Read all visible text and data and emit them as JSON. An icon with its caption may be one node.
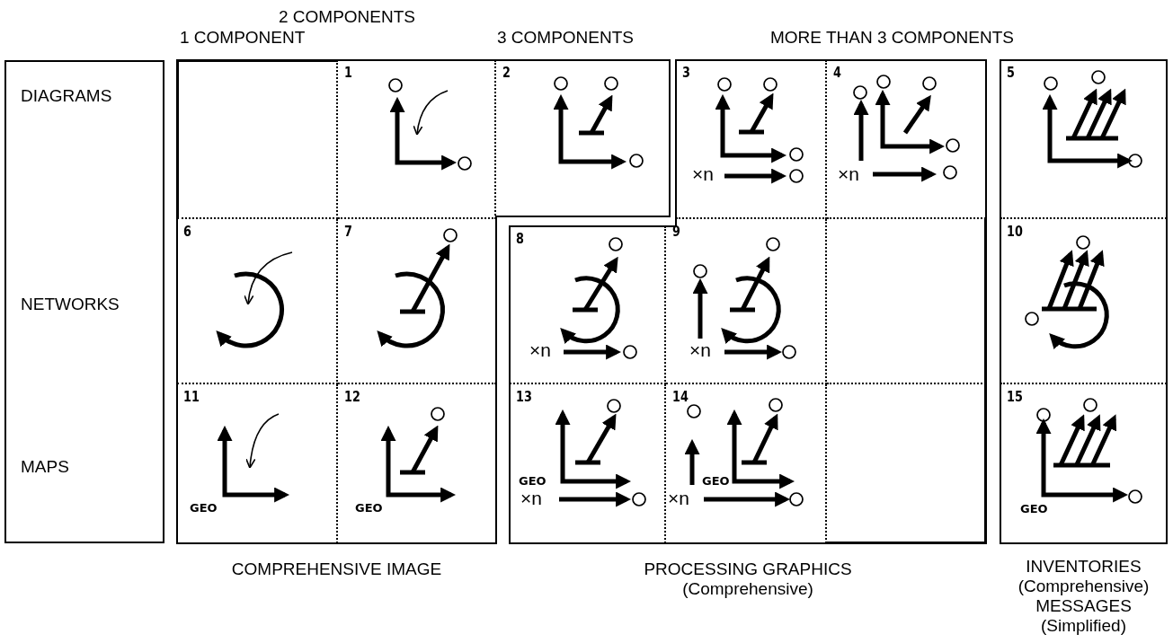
{
  "diagram": {
    "nodes": [
      {
        "text": [
          "DIAGRAMS",
          "NETWORKS",
          "MAPS"
        ]
      },
      {
        "text": [
          "COMPREHENSIVE IMAGE"
        ]
      },
      {
        "text": [],
        "shape": "box",
        "in": 1
      },
      {
        "text": [
          "1"
        ],
        "in": 1
      },
      {
        "text": [
          "2"
        ],
        "in": 1
      },
      {
        "text": [
          "PROCESSING GRAPHICS",
          "(Comprehensive)"
        ]
      },
      {
        "text": [
          "3",
          "×n"
        ],
        "in": 5
      },
      {
        "text": [
          "4",
          "×n"
        ],
        "in": 5
      },
      {
        "text": [
          "INVENTORIES",
          "(Comprehensive)",
          "MESSAGES",
          "(Simplified)"
        ]
      },
      {
        "text": [
          "5"
        ],
        "in": 8
      },
      {
        "text": [
          "6"
        ],
        "in": 1
      },
      {
        "text": [
          "7"
        ],
        "in": 1
      },
      {
        "text": [
          "8",
          "×n"
        ],
        "in": 5
      },
      {
        "text": [
          "9",
          "×n"
        ],
        "in": 5
      },
      {
        "text": [],
        "shape": "box",
        "in": 5
      },
      {
        "text": [
          "10"
        ],
        "in": 8
      },
      {
        "text": [
          "11",
          "GEO"
        ],
        "in": 1
      },
      {
        "text": [
          "12",
          "GEO"
        ],
        "in": 1
      },
      {
        "text": [
          "13",
          "GEO",
          "×n"
        ],
        "in": 5
      },
      {
        "text": [
          "14",
          "GEO",
          "×n"
        ],
        "in": 5
      },
      {
        "text": [],
        "shape": "box",
        "in": 5
      },
      {
        "text": [
          "15",
          "GEO"
        ],
        "in": 8
      }
    ],
    "labels": [
      "2 COMPONENTS",
      "1 COMPONENT",
      "3 COMPONENTS",
      "MORE THAN 3 COMPONENTS"
    ]
  }
}
